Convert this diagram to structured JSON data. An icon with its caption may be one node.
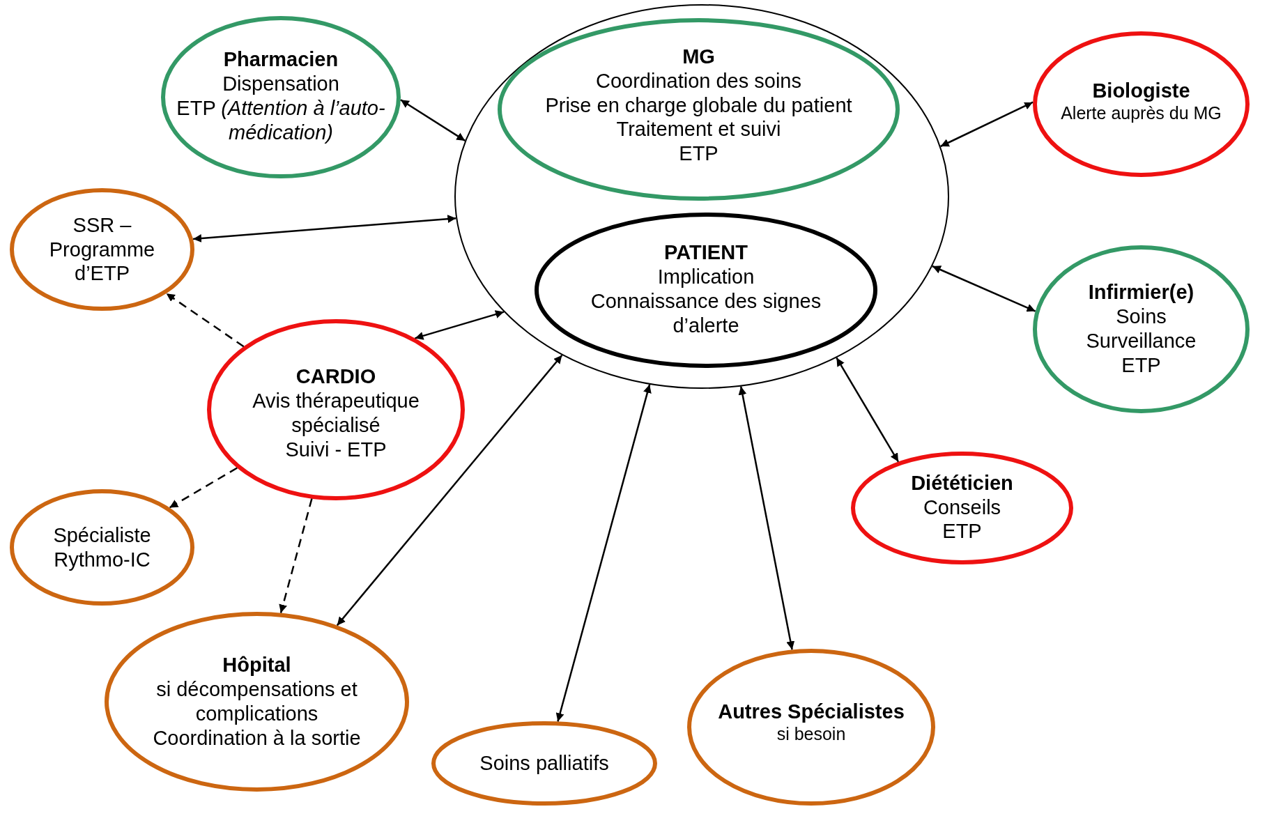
{
  "diagram": {
    "nodes": [
      {
        "text": [],
        "shape": "circle"
      },
      {
        "text": [
          "MG",
          "Coordination des soins",
          "Prise en charge globale du patient",
          "Traitement et suivi",
          "ETP"
        ],
        "in": 0
      },
      {
        "text": [
          "PATIENT",
          "Implication",
          "Connaissance des signes d’alerte"
        ],
        "in": 0
      },
      {
        "text": [
          "Pharmacien",
          "Dispensation",
          "ETP *(Attention à l’auto-médication)*"
        ]
      },
      {
        "text": [
          "Biologiste",
          "Alerte auprès du MG"
        ]
      },
      {
        "text": [
          "SSR – Programme d’ETP"
        ]
      },
      {
        "text": [
          "CARDIO",
          "Avis thérapeutique spécialisé",
          "Suivi - ETP"
        ]
      },
      {
        "text": [
          "Infirmier(e)",
          "Soins",
          "Surveillance",
          "ETP"
        ]
      },
      {
        "text": [
          "Spécialiste Rythmo-IC"
        ]
      },
      {
        "text": [
          "Diététicien",
          "Conseils",
          "ETP"
        ]
      },
      {
        "text": [
          "Hôpital",
          "si décompensations et complications",
          "Coordination à la sortie"
        ]
      },
      {
        "text": [
          "Soins palliatifs"
        ]
      },
      {
        "text": [
          "Autres Spécialistes",
          "si besoin"
        ]
      }
    ],
    "edges": [
      {
        "from": 3,
        "to": 0,
        "arrow": "both"
      },
      {
        "from": 0,
        "to": 4,
        "arrow": "both"
      },
      {
        "from": 5,
        "to": 0,
        "arrow": "both"
      },
      {
        "from": 6,
        "to": 0,
        "arrow": "both"
      },
      {
        "from": 0,
        "to": 7,
        "arrow": "both"
      },
      {
        "from": 0,
        "to": 9,
        "arrow": "both"
      },
      {
        "from": 0,
        "to": 12,
        "arrow": "both"
      },
      {
        "from": 0,
        "to": 11,
        "arrow": "both"
      },
      {
        "from": 0,
        "to": 10,
        "arrow": "both"
      },
      {
        "from": 6,
        "to": 5,
        "arrow": "to",
        "style": "dashed"
      },
      {
        "from": 6,
        "to": 8,
        "arrow": "to",
        "style": "dashed"
      },
      {
        "from": 6,
        "to": 10,
        "arrow": "to",
        "style": "dashed"
      }
    ]
  }
}
